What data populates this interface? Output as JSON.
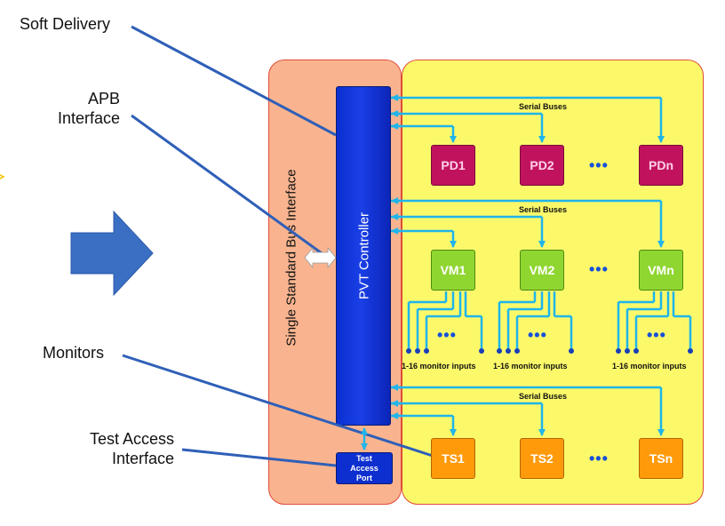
{
  "labels": {
    "soft_delivery": "Soft Delivery",
    "apb_interface": "APB\nInterface",
    "monitors": "Monitors",
    "test_access_interface": "Test Access\nInterface"
  },
  "bus_interface_label": "Single Standard Bus Interface",
  "controller_label": "PVT Controller",
  "test_access_port_label": "Test Access Port",
  "serial_buses_label": "Serial Buses",
  "ellipsis": "•••",
  "pd_blocks": [
    "PD1",
    "PD2",
    "PDn"
  ],
  "vm_blocks": [
    "VM1",
    "VM2",
    "VMn"
  ],
  "ts_blocks": [
    "TS1",
    "TS2",
    "TSn"
  ],
  "monitor_inputs_label": "1-16 monitor inputs",
  "colors": {
    "orange_panel": "#f9b48f",
    "yellow_panel": "#fbf96a",
    "controller": "#1a3fe6",
    "pd": "#c1135d",
    "vm": "#8fd630",
    "ts": "#ff9a0a",
    "bus_line": "#1fb5ea",
    "callout_line": "#2f5fb8",
    "arrow": "#3a6fc4"
  }
}
